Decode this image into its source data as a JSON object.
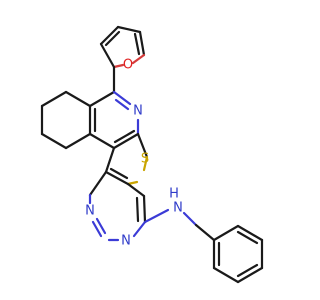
{
  "molecule": {
    "atoms": {
      "furan_o": "O",
      "pyridine_n": "N",
      "thiophene_s": "S",
      "pyrimidine_n1": "N",
      "pyrimidine_n2": "N",
      "amine_n": "N",
      "amine_h": "H"
    },
    "colors": {
      "bond": "#1a1a1a",
      "nitrogen": "#2f3bc9",
      "oxygen": "#e02020",
      "sulfur": "#c9a400"
    }
  }
}
